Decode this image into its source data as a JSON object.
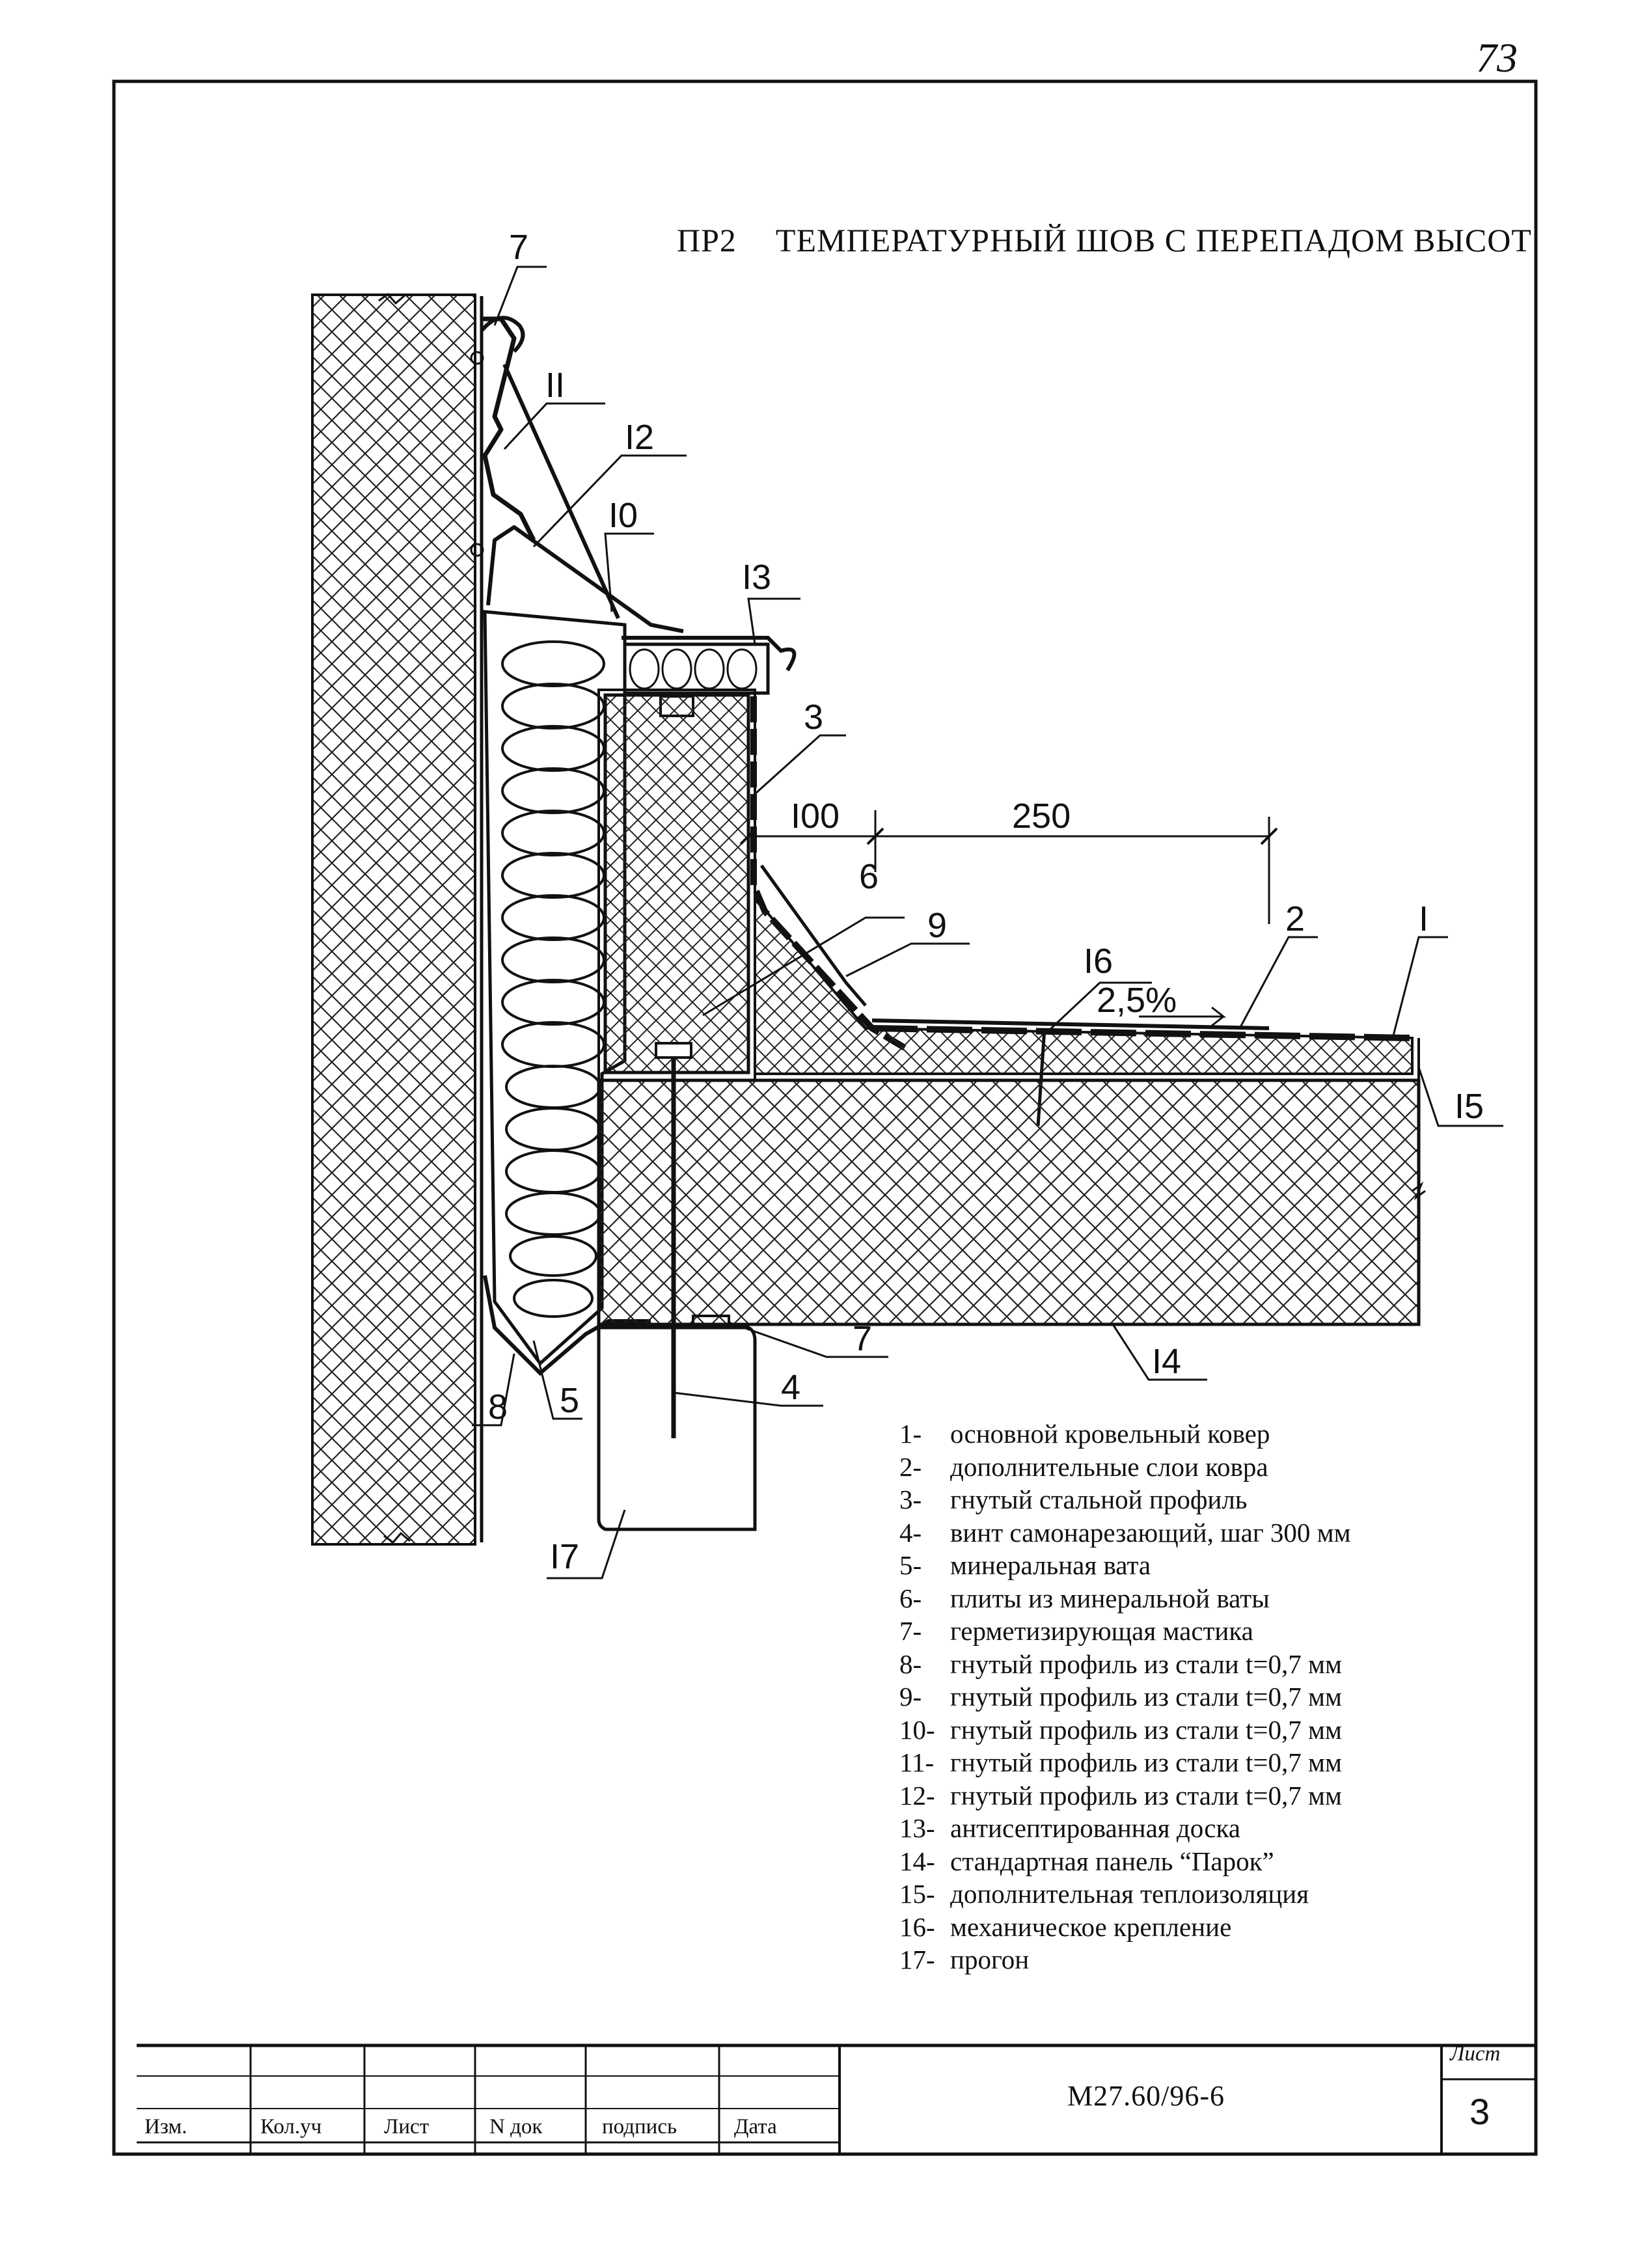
{
  "page_number": "73",
  "title": {
    "code": "ПР2",
    "text": "ТЕМПЕРАТУРНЫЙ ШОВ С ПЕРЕПАДОМ ВЫСОТ"
  },
  "callouts": {
    "c7_top": "7",
    "c11": "II",
    "c12": "I2",
    "c10": "I0",
    "c13": "I3",
    "c3": "3",
    "c6": "6",
    "c9": "9",
    "c16": "I6",
    "c2": "2",
    "c1": "I",
    "c15": "I5",
    "c14": "I4",
    "c7_bottom": "7",
    "c4": "4",
    "c8": "8",
    "c5": "5",
    "c17": "I7"
  },
  "dimensions": {
    "d100": "I00",
    "d250": "250",
    "slope": "2,5%"
  },
  "legend": [
    {
      "num": "1-",
      "text": "основной кровельный ковер"
    },
    {
      "num": "2-",
      "text": "дополнительные слои ковра"
    },
    {
      "num": "3-",
      "text": "гнутый стальной профиль"
    },
    {
      "num": "4-",
      "text": "винт самонарезающий, шаг 300 мм"
    },
    {
      "num": "5-",
      "text": "минеральная вата"
    },
    {
      "num": "6-",
      "text": "плиты из минеральной ваты"
    },
    {
      "num": "7-",
      "text": "герметизирующая мастика"
    },
    {
      "num": "8-",
      "text": "гнутый профиль из стали t=0,7 мм"
    },
    {
      "num": "9-",
      "text": "гнутый профиль из стали t=0,7 мм"
    },
    {
      "num": "10-",
      "text": "гнутый профиль из стали t=0,7 мм"
    },
    {
      "num": "11-",
      "text": "гнутый профиль из стали t=0,7 мм"
    },
    {
      "num": "12-",
      "text": "гнутый профиль из стали t=0,7 мм"
    },
    {
      "num": "13-",
      "text": "антисептированная доска"
    },
    {
      "num": "14-",
      "text": "стандартная панель “Парок”"
    },
    {
      "num": "15-",
      "text": "дополнительная теплоизоляция"
    },
    {
      "num": "16-",
      "text": "механическое крепление"
    },
    {
      "num": "17-",
      "text": "прогон"
    }
  ],
  "title_block": {
    "headers": [
      "Изм.",
      "Кол.уч",
      "Лист",
      "N док",
      "подпись",
      "Дата"
    ],
    "document": "М27.60/96-6",
    "sheet_label": "Лист",
    "sheet_value": "3"
  }
}
